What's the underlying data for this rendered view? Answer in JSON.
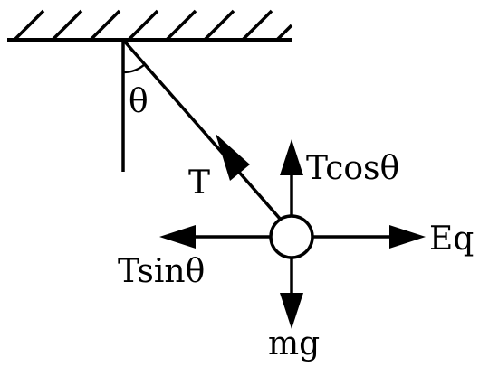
{
  "diagram": {
    "labels": {
      "angle": "θ",
      "tension": "T",
      "tension_vertical": "Tcosθ",
      "tension_horizontal": "Tsinθ",
      "electric_force": "Eq",
      "gravity": "mg"
    }
  }
}
